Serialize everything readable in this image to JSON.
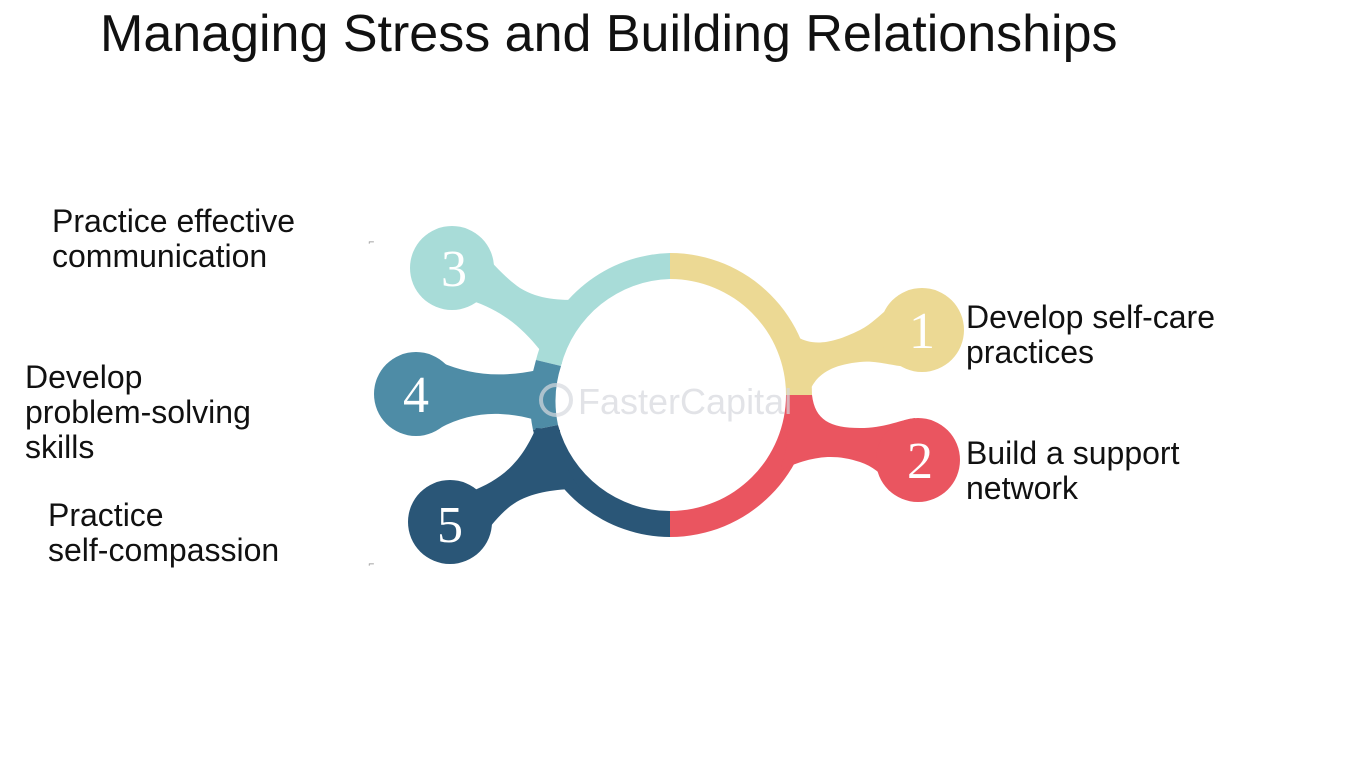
{
  "title": "Managing Stress and Building Relationships",
  "watermark": "FasterCapital",
  "colors": {
    "step1": "#ecd994",
    "step2": "#ea5560",
    "step3": "#a8dcd8",
    "step4": "#4e8ca6",
    "step5": "#2a5677"
  },
  "steps": [
    {
      "number": "1",
      "lines": [
        "Develop self-care",
        "practices"
      ]
    },
    {
      "number": "2",
      "lines": [
        "Build a support",
        "network"
      ]
    },
    {
      "number": "3",
      "lines": [
        "Practice effective",
        "communication"
      ]
    },
    {
      "number": "4",
      "lines": [
        "Develop",
        "problem-solving",
        "skills"
      ]
    },
    {
      "number": "5",
      "lines": [
        "Practice",
        "self-compassion"
      ]
    }
  ]
}
